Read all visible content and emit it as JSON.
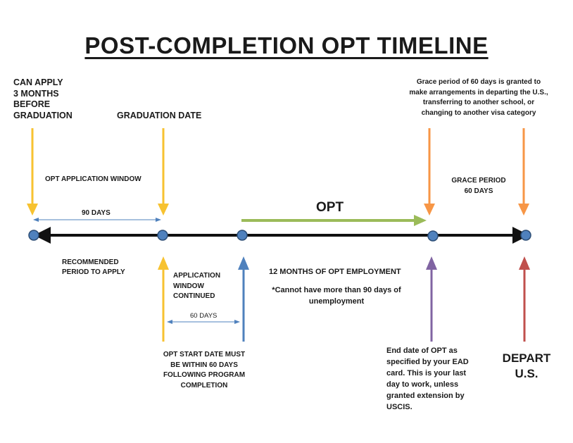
{
  "title": "POST-COMPLETION OPT TIMELINE",
  "labels": {
    "can_apply": [
      "CAN APPLY",
      "3 MONTHS",
      "BEFORE",
      "GRADUATION"
    ],
    "graduation_date": "GRADUATION DATE",
    "grace_note": [
      "Grace period of 60 days is granted to",
      "make arrangements in departing the U.S.,",
      "transferring to another school, or",
      "changing to another visa category"
    ],
    "opt_application_window": "OPT APPLICATION WINDOW",
    "grace_period": [
      "GRACE PERIOD",
      "60 DAYS"
    ],
    "ninety_days": "90 DAYS",
    "opt": "OPT",
    "recommended_period": [
      "RECOMMENDED",
      "PERIOD TO APPLY"
    ],
    "application_window_continued": [
      "APPLICATION",
      "WINDOW",
      "CONTINUED"
    ],
    "twelve_months": "12 MONTHS OF OPT EMPLOYMENT",
    "unemployment_note": [
      "*Cannot have more than 90 days of",
      "unemployment"
    ],
    "sixty_days": "60 DAYS",
    "start_date_rule": [
      "OPT START DATE MUST",
      "BE WITHIN 60 DAYS",
      "FOLLOWING PROGRAM",
      "COMPLETION"
    ],
    "end_date_note": [
      "End date of OPT as",
      "specified by your EAD",
      "card. This is your last",
      "day to work, unless",
      "granted extension by",
      "USCIS."
    ],
    "depart": [
      "DEPART",
      "U.S."
    ]
  },
  "colors": {
    "timeline": "#111111",
    "node_fill": "#4f81bd",
    "node_stroke": "#2c4d75",
    "yellow_arrow": "#f7c230",
    "orange_arrow": "#f79646",
    "green_arrow": "#9bbb59",
    "blue_arrow": "#4f81bd",
    "purple_arrow": "#8064a2",
    "red_arrow": "#c0504d",
    "span_arrow": "#4f81bd"
  }
}
